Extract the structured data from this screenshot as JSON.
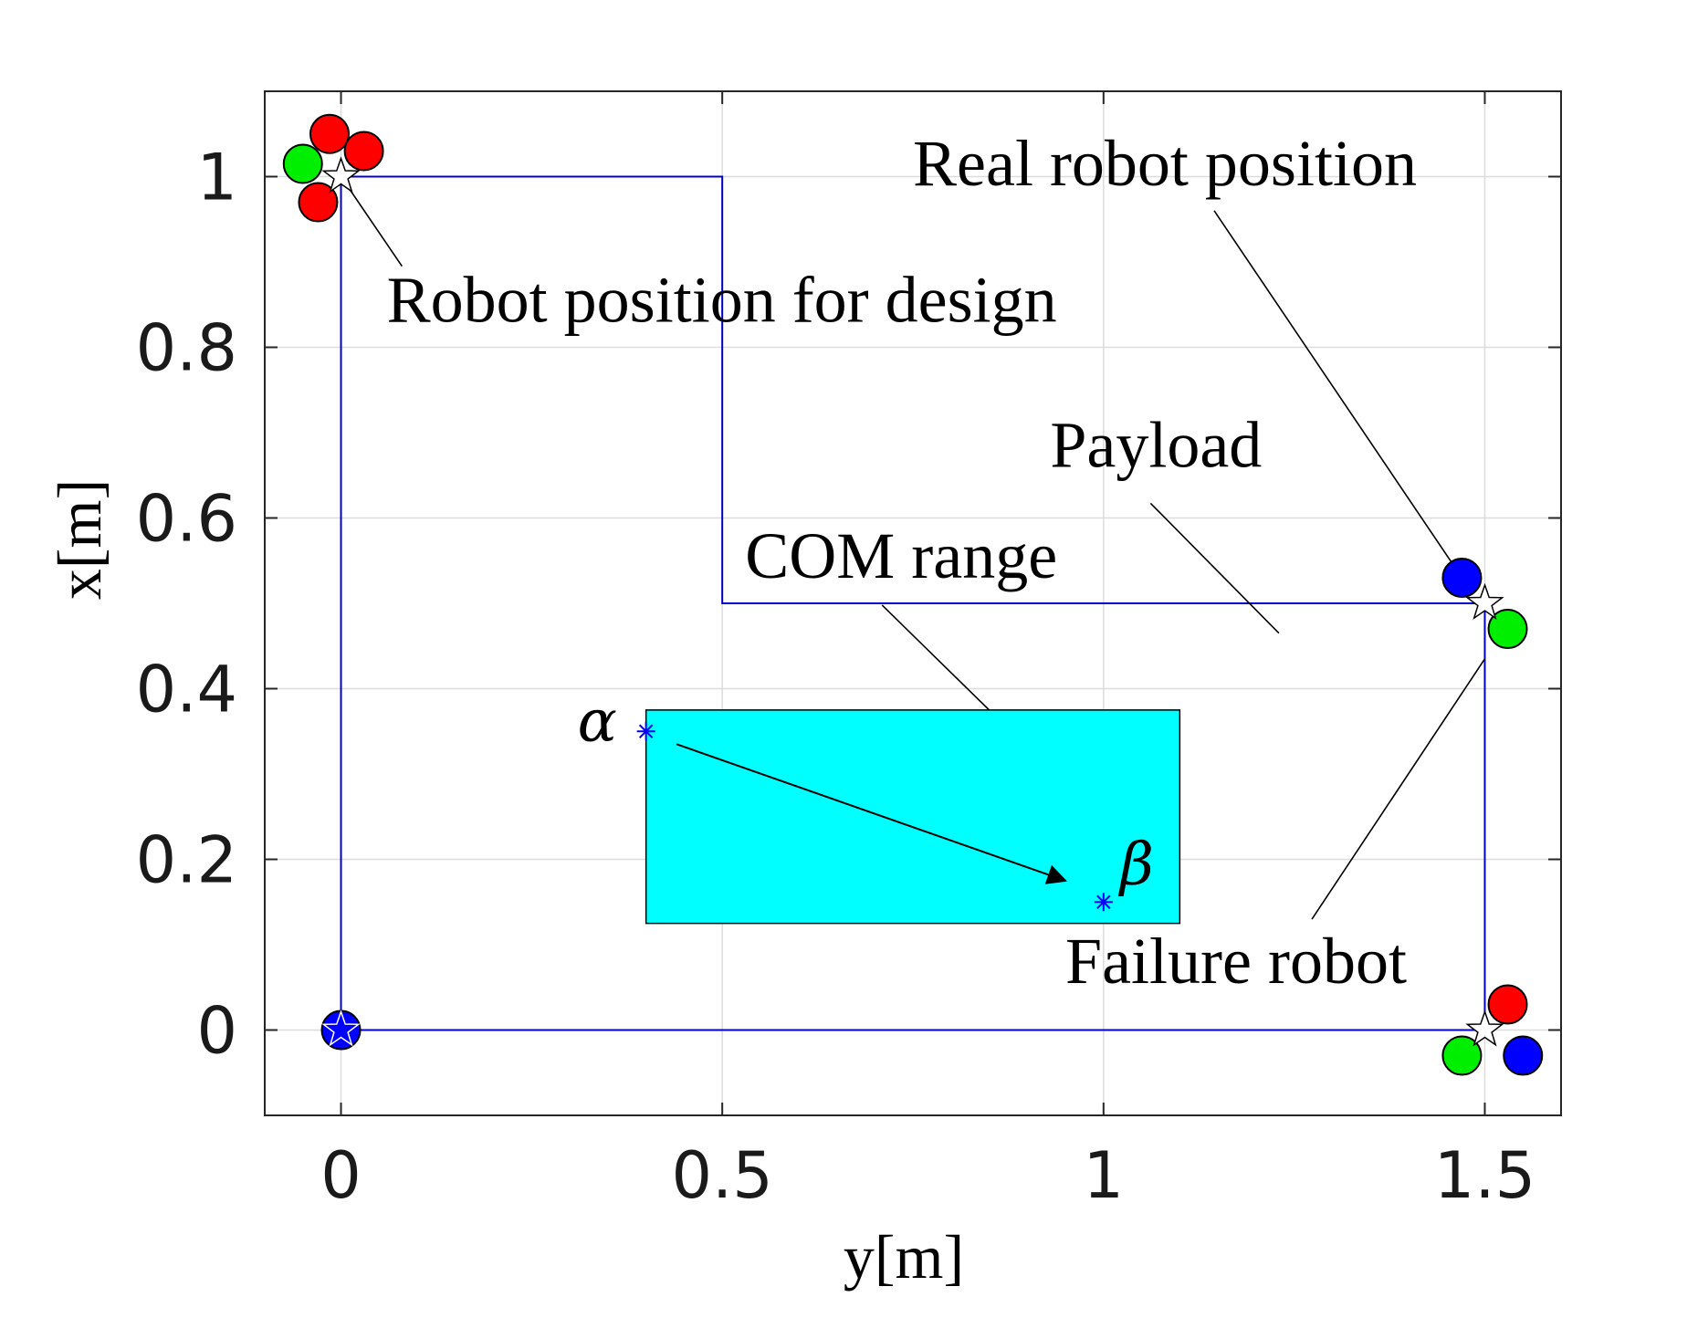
{
  "chart_data": {
    "type": "scatter",
    "xlabel": "y[m]",
    "ylabel": "x[m]",
    "xlim": [
      -0.1,
      1.6
    ],
    "ylim": [
      -0.1,
      1.1
    ],
    "xticks": [
      0,
      0.5,
      1,
      1.5
    ],
    "xtick_labels": [
      "0",
      "0.5",
      "1",
      "1.5"
    ],
    "yticks": [
      0,
      0.2,
      0.4,
      0.6,
      0.8,
      1
    ],
    "ytick_labels": [
      "0",
      "0.2",
      "0.4",
      "0.6",
      "0.8",
      "1"
    ],
    "grid": true,
    "payload_outline": {
      "color": "#0000cc",
      "points": [
        [
          0,
          0
        ],
        [
          0,
          1
        ],
        [
          0.5,
          1
        ],
        [
          0.5,
          0.5
        ],
        [
          1.5,
          0.5
        ],
        [
          1.5,
          0
        ],
        [
          0,
          0
        ]
      ]
    },
    "com_range": {
      "color": "#00ffff",
      "x": [
        0.4,
        1.1
      ],
      "y": [
        0.125,
        0.375
      ]
    },
    "com_points": [
      {
        "label": "α",
        "x": 0.4,
        "y": 0.35
      },
      {
        "label": "β",
        "x": 1.0,
        "y": 0.15
      }
    ],
    "design_positions": [
      {
        "x": 0,
        "y": 1
      },
      {
        "x": 1.5,
        "y": 0.5
      },
      {
        "x": 1.5,
        "y": 0
      },
      {
        "x": 0,
        "y": 0
      }
    ],
    "robots": [
      {
        "color": "#ff0000",
        "x": -0.015,
        "y": 1.05
      },
      {
        "color": "#ff0000",
        "x": 0.03,
        "y": 1.03
      },
      {
        "color": "#00ee00",
        "x": -0.05,
        "y": 1.015
      },
      {
        "color": "#ff0000",
        "x": -0.03,
        "y": 0.97
      },
      {
        "color": "#0000ff",
        "x": 1.47,
        "y": 0.53
      },
      {
        "color": "#00ee00",
        "x": 1.53,
        "y": 0.47
      },
      {
        "color": "#ff0000",
        "x": 1.53,
        "y": 0.03
      },
      {
        "color": "#00ee00",
        "x": 1.47,
        "y": -0.03
      },
      {
        "color": "#0000ff",
        "x": 1.55,
        "y": -0.03
      },
      {
        "color": "#0000ff",
        "x": 0,
        "y": 0
      }
    ],
    "annotations": [
      {
        "text": "Robot position for design",
        "text_at": [
          0.06,
          0.83
        ],
        "target": [
          0.0,
          1.0
        ]
      },
      {
        "text": "Real robot position",
        "text_at": [
          0.75,
          0.99
        ],
        "target": [
          1.47,
          0.53
        ]
      },
      {
        "text": "Payload",
        "text_at": [
          0.93,
          0.66
        ],
        "target": [
          1.23,
          0.465
        ]
      },
      {
        "text": "COM range",
        "text_at": [
          0.53,
          0.53
        ],
        "target": [
          0.85,
          0.375
        ]
      },
      {
        "text": "Failure robot",
        "text_at": [
          0.95,
          0.055
        ],
        "target": [
          1.5,
          0.435
        ]
      }
    ],
    "arrow": {
      "from": [
        0.44,
        0.335
      ],
      "to": [
        0.95,
        0.175
      ]
    }
  }
}
